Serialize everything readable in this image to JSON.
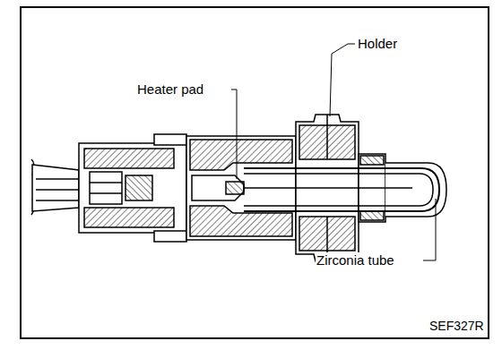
{
  "diagram": {
    "labels": [
      "Heater pad",
      "Holder",
      "Zirconia tube",
      "SEF327R"
    ]
  }
}
